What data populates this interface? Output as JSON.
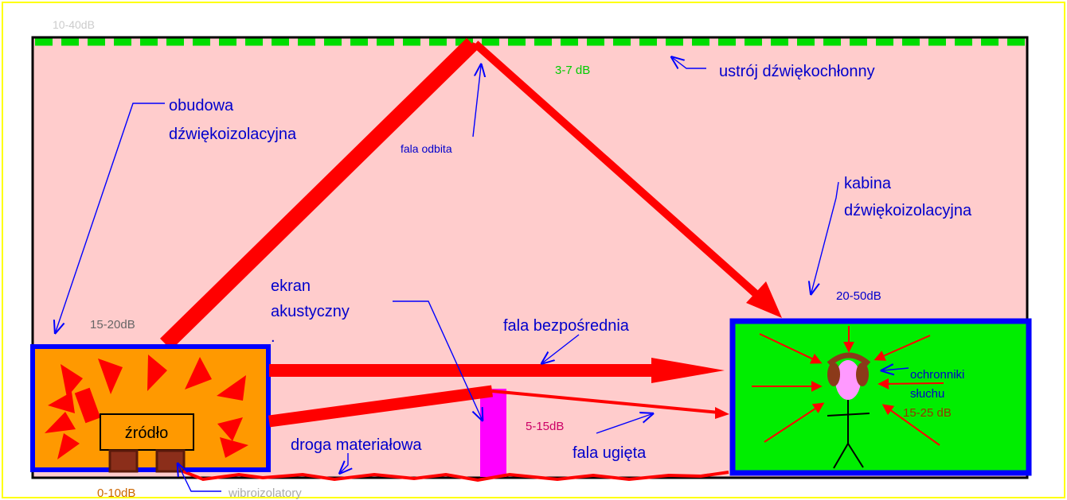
{
  "labels": {
    "top_db": "10-40dB",
    "absorber_db": "3-7 dB",
    "absorber": "ustrój dźwiękochłonny",
    "enclosure_line1": "obudowa",
    "enclosure_line2": "dźwiękoizolacyjna",
    "reflected_wave": "fala odbita",
    "cabin_line1": "kabina",
    "cabin_line2": "dźwiękoizolacyjna",
    "cabin_db": "20-50dB",
    "screen_line1": "ekran",
    "screen_line2": "akustyczny",
    "screen_dot": ".",
    "enclosure_db": "15-20dB",
    "direct_wave": "fala bezpośrednia",
    "source": "źródło",
    "screen_db": "5-15dB",
    "diffracted_wave": "fala ugięta",
    "material_path": "droga materiałowa",
    "mounts_db": "0-10dB",
    "vibration_isolators": "wibroizolatory",
    "protectors_line1": "ochronniki",
    "protectors_line2": "słuchu",
    "protectors_db": "15-25 dB"
  },
  "colors": {
    "frame_yellow": "#ffff00",
    "room_fill": "#ffcccc",
    "absorber_green": "#00dd00",
    "wave_red": "#ff0000",
    "enclosure_orange": "#ff9900",
    "enclosure_border": "#0000ff",
    "cabin_green": "#00ee00",
    "screen_magenta": "#ff00ff",
    "label_blue": "#0000cc",
    "gray": "#777777",
    "brown": "#993300",
    "mounts": "#8b2e1a"
  }
}
